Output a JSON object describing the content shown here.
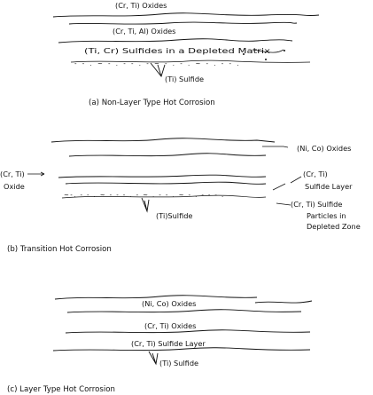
{
  "panel_a": {
    "caption": "(a)   Non-Layer Type Hot Corrosion",
    "label_oxides_top": "(Cr, Ti)  Oxides",
    "label_oxides_al": "(Cr, Ti, Al)  Oxides",
    "label_sulfides": "(Ti, Cr)  Sulfides in a Depleted Matrix",
    "label_ti_sulfide": "(Ti)  Sulfide"
  },
  "panel_b": {
    "caption": "(b)   Transition Hot Corrosion",
    "label_ni_co": "(Ni, Co)  Oxides",
    "label_crti_oxide_1": "(Cr, Ti)",
    "label_crti_oxide_2": "Oxide",
    "label_sulfide_layer_1": "(Cr, Ti)",
    "label_sulfide_layer_2": "Sulfide Layer",
    "label_ti_sulfide": "(Ti)Sulfide",
    "label_particles_1": "(Cr, Ti)  Sulfide",
    "label_particles_2": "Particles in",
    "label_particles_3": "Depleted Zone"
  },
  "panel_c": {
    "caption": "(c)   Layer Type Hot Corrosion",
    "label_ni_co": "(Ni, Co)  Oxides",
    "label_crti_oxides": "(Cr, Ti)  Oxides",
    "label_sulfide_layer": "(Cr, Ti)  Sulfide Layer",
    "label_ti_sulfide": "(Ti)  Sulfide"
  }
}
